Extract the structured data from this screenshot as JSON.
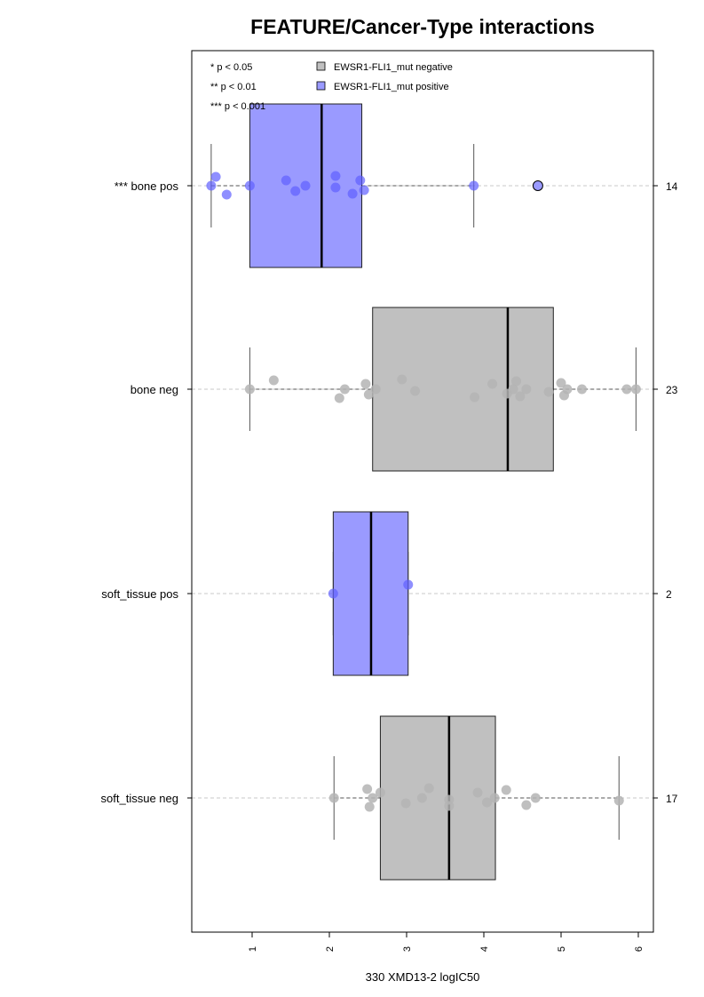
{
  "chart_data": {
    "type": "boxplot",
    "title": "FEATURE/Cancer-Type interactions",
    "xlabel": "330 XMD13-2 logIC50",
    "xlim": [
      0.35,
      6.1
    ],
    "x_ticks": [
      "1",
      "2",
      "3",
      "4",
      "5",
      "6"
    ],
    "significance_legend": [
      "* p < 0.05",
      "** p < 0.01",
      "*** p < 0.001"
    ],
    "legend": [
      {
        "label": "EWSR1-FLI1_mut negative",
        "color": "#c0c0c0"
      },
      {
        "label": "EWSR1-FLI1_mut positive",
        "color": "#9a9aff"
      }
    ],
    "colors": {
      "negative_box": "#c0c0c0",
      "positive_box": "#9a9aff",
      "negative_point": "#b4b4b4",
      "positive_point": "#6060ff",
      "outlier_point": "#9a9aff"
    },
    "groups": [
      {
        "label": "*** bone pos",
        "n": "14",
        "status": "positive",
        "whisker_low": 0.47,
        "q1": 0.97,
        "median": 1.9,
        "q3": 2.42,
        "whisker_high": 3.87,
        "points": [
          0.47,
          0.53,
          0.67,
          0.97,
          1.44,
          1.56,
          1.69,
          2.08,
          2.08,
          2.3,
          2.4,
          2.45,
          3.87
        ],
        "outliers": [
          4.7
        ]
      },
      {
        "label": "bone neg",
        "n": "23",
        "status": "negative",
        "whisker_low": 0.97,
        "q1": 2.56,
        "median": 4.31,
        "q3": 4.9,
        "whisker_high": 5.97,
        "points": [
          0.97,
          1.28,
          2.13,
          2.2,
          2.47,
          2.51,
          2.6,
          2.94,
          3.11,
          3.88,
          4.11,
          4.3,
          4.38,
          4.42,
          4.47,
          4.55,
          4.84,
          5.0,
          5.04,
          5.08,
          5.27,
          5.85,
          5.97
        ],
        "outliers": []
      },
      {
        "label": "soft_tissue pos",
        "n": "2",
        "status": "positive",
        "whisker_low": 2.05,
        "q1": 2.05,
        "median": 2.54,
        "q3": 3.02,
        "whisker_high": 3.02,
        "points": [
          2.05,
          3.02
        ],
        "outliers": []
      },
      {
        "label": "soft_tissue neg",
        "n": "17",
        "status": "negative",
        "whisker_low": 2.06,
        "q1": 2.66,
        "median": 3.55,
        "q3": 4.15,
        "whisker_high": 5.75,
        "points": [
          2.06,
          2.49,
          2.52,
          2.56,
          2.66,
          2.99,
          3.2,
          3.29,
          3.55,
          3.55,
          3.92,
          4.04,
          4.14,
          4.29,
          4.55,
          4.67,
          5.75
        ],
        "outliers": []
      }
    ]
  }
}
